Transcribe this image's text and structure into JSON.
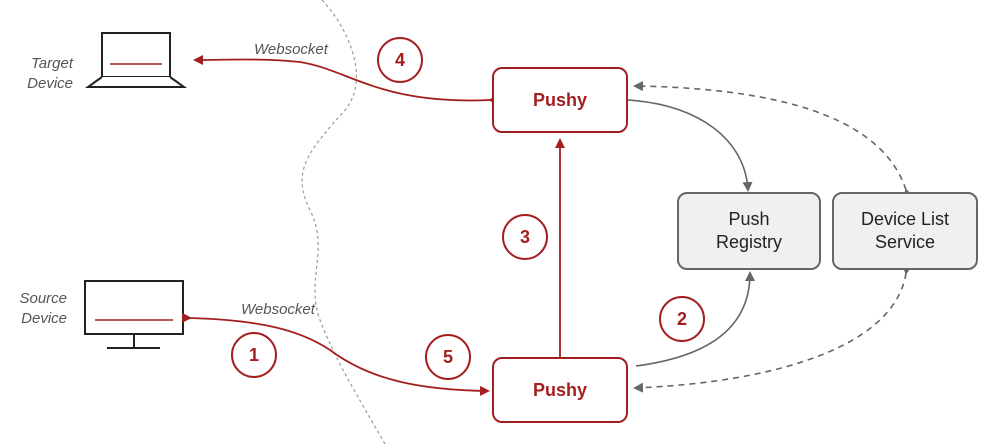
{
  "target_device": {
    "label_line1": "Target",
    "label_line2": "Device"
  },
  "source_device": {
    "label_line1": "Source",
    "label_line2": "Device"
  },
  "connections": {
    "websocket_top": "Websocket",
    "websocket_bottom": "Websocket"
  },
  "nodes": {
    "pushy_top": "Pushy",
    "pushy_bottom": "Pushy",
    "push_registry_line1": "Push",
    "push_registry_line2": "Registry",
    "device_list_line1": "Device List",
    "device_list_line2": "Service"
  },
  "steps": [
    "1",
    "2",
    "3",
    "4",
    "5"
  ],
  "colors": {
    "accent": "#a31f1f",
    "neutral": "#666666",
    "service_fill": "#f0f0f0"
  }
}
